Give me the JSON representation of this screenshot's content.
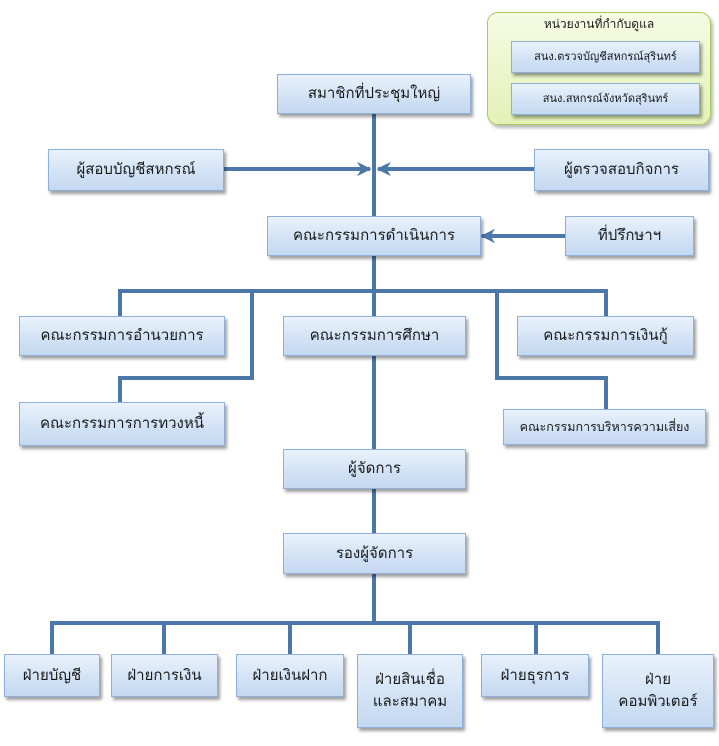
{
  "oversight": {
    "title": "หน่วยงานที่กำกับดูแล",
    "items": [
      "สนง.ตรวจบัญชีสหกรณ์สุรินทร์",
      "สนง.สหกรณ์จังหวัดสุรินทร์"
    ]
  },
  "nodes": {
    "general_meeting": "สมาชิกที่ประชุมใหญ่",
    "auditor": "ผู้สอบบัญชีสหกรณ์",
    "business_inspector": "ผู้ตรวจสอบกิจการ",
    "board": "คณะกรรมการดำเนินการ",
    "advisor": "ที่ปรึกษาฯ",
    "admin_committee": "คณะกรรมการอำนวยการ",
    "education_committee": "คณะกรรมการศึกษา",
    "loan_committee": "คณะกรรมการเงินกู้",
    "debt_committee": "คณะกรรมการการทวงหนี้",
    "risk_committee": "คณะกรรมการบริหารความเสี่ยง",
    "manager": "ผู้จัดการ",
    "deputy_manager": "รองผู้จัดการ"
  },
  "departments": [
    "ฝ่ายบัญชี",
    "ฝ่ายการเงิน",
    "ฝ่ายเงินฝาก",
    "ฝ่ายสินเชื่อ\nและสมาคม",
    "ฝ่ายธุรการ",
    "ฝ่าย\nคอมพิวเตอร์"
  ],
  "colors": {
    "connector": "#4b77a9",
    "box_border": "#8fb0d8",
    "oversight_border": "#a7cc58"
  }
}
